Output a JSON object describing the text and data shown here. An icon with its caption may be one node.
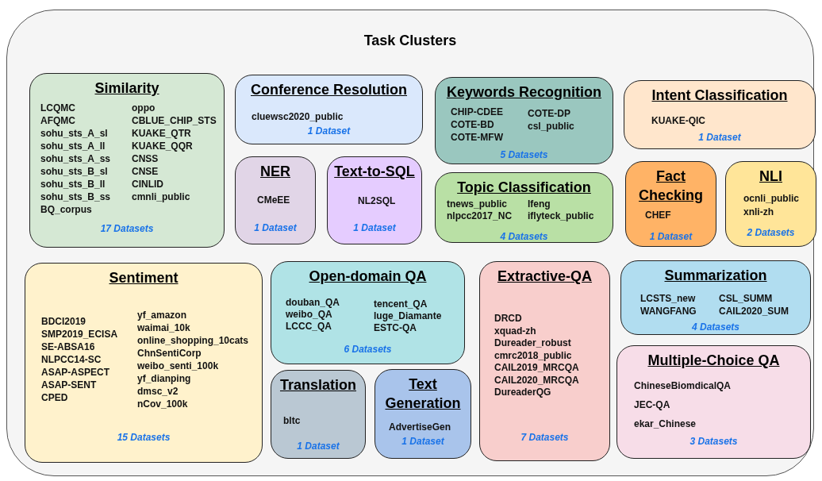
{
  "diagram": {
    "nodes": [
      {
        "text": [
          "Task Clusters"
        ]
      },
      {
        "text": [
          "Similarity",
          "LCQMC",
          "AFQMC",
          "sohu_sts_A_sl",
          "sohu_sts_A_ll",
          "sohu_sts_A_ss",
          "sohu_sts_B_sl",
          "sohu_sts_B_ll",
          "sohu_sts_B_ss",
          "BQ_corpus",
          "oppo",
          "CBLUE_CHIP_STS",
          "KUAKE_QTR",
          "KUAKE_QQR",
          "CNSS",
          "CNSE",
          "CINLID",
          "cmnli_public",
          "17 Datasets"
        ],
        "in": 0
      },
      {
        "text": [
          "Conference Resolution",
          "cluewsc2020_public",
          "1 Dataset"
        ],
        "in": 0
      },
      {
        "text": [
          "Keywords Recognition",
          "CHIP-CDEE",
          "COTE-BD",
          "COTE-MFW",
          "COTE-DP",
          "csl_public",
          "5 Datasets"
        ],
        "in": 0
      },
      {
        "text": [
          "Intent Classification",
          "KUAKE-QIC",
          "1 Dataset"
        ],
        "in": 0
      },
      {
        "text": [
          "NER",
          "CMeEE",
          "1 Dataset"
        ],
        "in": 0
      },
      {
        "text": [
          "Text-to-SQL",
          "NL2SQL",
          "1 Dataset"
        ],
        "in": 0
      },
      {
        "text": [
          "Topic Classification",
          "tnews_public",
          "nlpcc2017_NC",
          "lfeng",
          "iflyteck_public",
          "4 Datasets"
        ],
        "in": 0
      },
      {
        "text": [
          "Fact Checking",
          "CHEF",
          "1 Dataset"
        ],
        "in": 0
      },
      {
        "text": [
          "NLI",
          "ocnli_public",
          "xnli-zh",
          "2 Datasets"
        ],
        "in": 0
      },
      {
        "text": [
          "Sentiment",
          "BDCI2019",
          "SMP2019_ECISA",
          "SE-ABSA16",
          "NLPCC14-SC",
          "ASAP-ASPECT",
          "ASAP-SENT",
          "CPED",
          "yf_amazon",
          "waimai_10k",
          "online_shopping_10cats",
          "ChnSentiCorp",
          "weibo_senti_100k",
          "yf_dianping",
          "dmsc_v2",
          "nCov_100k",
          "15 Datasets"
        ],
        "in": 0
      },
      {
        "text": [
          "Open-domain QA",
          "douban_QA",
          "weibo_QA",
          "LCCC_QA",
          "tencent_QA",
          "luge_Diamante",
          "ESTC-QA",
          "6 Datasets"
        ],
        "in": 0
      },
      {
        "text": [
          "Extractive-QA",
          "DRCD",
          "xquad-zh",
          "Dureader_robust",
          "cmrc2018_public",
          "CAIL2019_MRCQA",
          "CAIL2020_MRCQA",
          "DureaderQG",
          "7 Datasets"
        ],
        "in": 0
      },
      {
        "text": [
          "Summarization",
          "LCSTS_new",
          "WANGFANG",
          "CSL_SUMM",
          "CAIL2020_SUM",
          "4 Datasets"
        ],
        "in": 0
      },
      {
        "text": [
          "Translation",
          "bltc",
          "1 Dataset"
        ],
        "in": 0
      },
      {
        "text": [
          "Text Generation",
          "AdvertiseGen",
          "1 Dataset"
        ],
        "in": 0
      },
      {
        "text": [
          "Multiple-Choice QA",
          "ChineseBiomdicalQA",
          "JEC-QA",
          "ekar_Chinese",
          "3 Datasets"
        ],
        "in": 0
      }
    ]
  }
}
